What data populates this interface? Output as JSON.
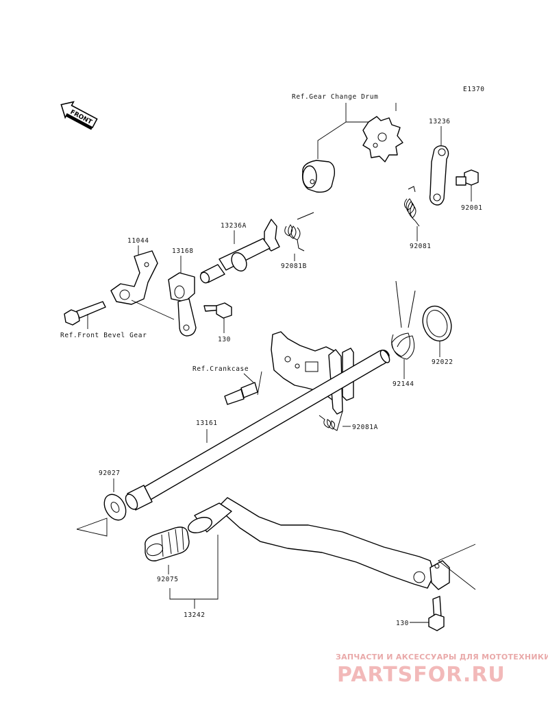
{
  "diagram_code": "E1370",
  "front_arrow": {
    "label": "FRONT",
    "icon": "front-direction-arrow-icon"
  },
  "parts": {
    "gear_change_drum_ref": "Ref.Gear Change Drum",
    "p13236": "13236",
    "p92001": "92001",
    "p13236A": "13236A",
    "p92081": "92081",
    "p11044": "11044",
    "p13168": "13168",
    "p92081B": "92081B",
    "p130_upper": "130",
    "front_bevel_gear_ref": "Ref.Front Bevel Gear",
    "crankcase_ref": "Ref.Crankcase",
    "p92144": "92144",
    "p92022": "92022",
    "p92081A": "92081A",
    "p13161": "13161",
    "p92027": "92027",
    "p92075": "92075",
    "p13242": "13242",
    "p130_lower": "130"
  },
  "watermark": {
    "line1": "ЗАПЧАСТИ И АКСЕССУАРЫ ДЛЯ МОТОТЕХНИКИ",
    "line2": "PARTSFOR.RU",
    "color": "#f2b9b9"
  }
}
